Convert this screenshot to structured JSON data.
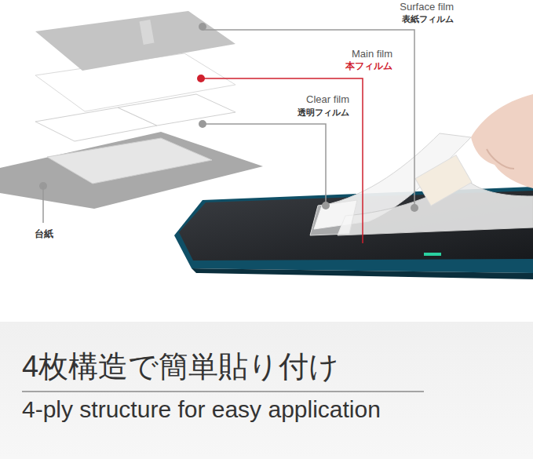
{
  "diagram": {
    "title": "4枚構造で簡単貼り付け",
    "caption": "4-ply structure for easy application",
    "labels": [
      "Surface film",
      "表紙フィルム",
      "Main film",
      "本フィルム",
      "Clear film",
      "透明フィルム",
      "台紙"
    ]
  }
}
